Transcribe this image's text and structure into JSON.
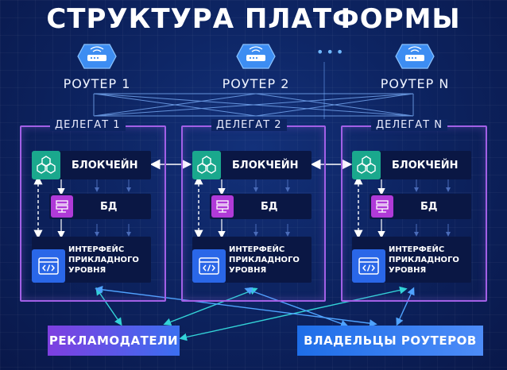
{
  "title": "СТРУКТУРА ПЛАТФОРМЫ",
  "routers": [
    {
      "label": "РОУТЕР 1",
      "icon": "router-icon"
    },
    {
      "label": "РОУТЕР 2",
      "icon": "router-icon"
    },
    {
      "label": "РОУТЕР N",
      "icon": "router-icon"
    }
  ],
  "router_ellipsis": "•••",
  "delegates": [
    {
      "label": "ДЕЛЕГАТ 1",
      "blockchain": "БЛОКЧЕЙН",
      "db": "БД",
      "api_lines": [
        "ИНТЕРФЕЙС",
        "ПРИКЛАДНОГО",
        "УРОВНЯ"
      ]
    },
    {
      "label": "ДЕЛЕГАТ 2",
      "blockchain": "БЛОКЧЕЙН",
      "db": "БД",
      "api_lines": [
        "ИНТЕРФЕЙС",
        "ПРИКЛАДНОГО",
        "УРОВНЯ"
      ]
    },
    {
      "label": "ДЕЛЕГАТ N",
      "blockchain": "БЛОКЧЕЙН",
      "db": "БД",
      "api_lines": [
        "ИНТЕРФЕЙС",
        "ПРИКЛАДНОГО",
        "УРОВНЯ"
      ]
    }
  ],
  "advertisers": "РЕКЛАМОДАТЕЛИ",
  "router_owners": "ВЛАДЕЛЬЦЫ РОУТЕРОВ",
  "colors": {
    "background": "#0d2462",
    "delegate_border": "#a260e6",
    "blockchain_icon": "#1aa88d",
    "db_icon": "#b03ad8",
    "api_icon": "#2a67e8",
    "advertisers_gradient": [
      "#7e3fe0",
      "#3b6ff0"
    ],
    "owners_gradient": [
      "#1e6ee8",
      "#4d8cf8"
    ],
    "link_cyan": "#33d3d8",
    "link_blue": "#4fa3ff"
  }
}
